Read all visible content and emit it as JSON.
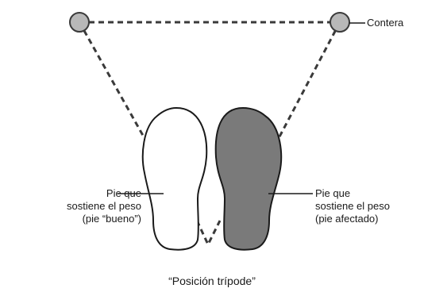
{
  "labels": {
    "tip": "Contera",
    "left_foot": {
      "line1": "Pie que",
      "line2": "sostiene el peso",
      "line3": "(pie “bueno”)"
    },
    "right_foot": {
      "line1": "Pie que",
      "line2": "sostiene el peso",
      "line3": "(pie afectado)"
    }
  },
  "caption": "“Posición trípode”",
  "colors": {
    "line": "#3a3a3a",
    "tip_fill": "#b8b8b8",
    "good_foot_fill": "#ffffff",
    "affected_foot_fill": "#7a7a7a"
  }
}
